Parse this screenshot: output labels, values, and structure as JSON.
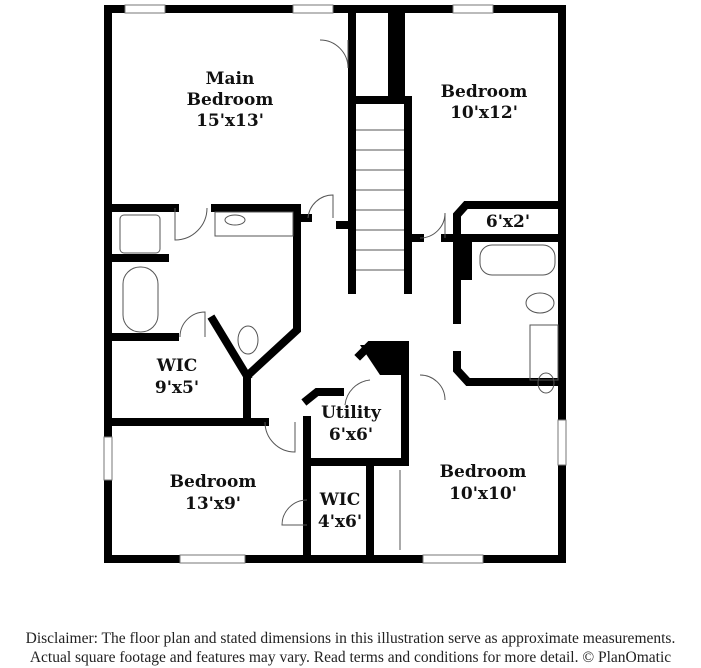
{
  "rooms": {
    "main_bedroom": {
      "name_line1": "Main",
      "name_line2": "Bedroom",
      "size": "15'x13'"
    },
    "bedroom_ne": {
      "name": "Bedroom",
      "size": "10'x12'"
    },
    "closet_ne": {
      "size": "6'x2'"
    },
    "wic_main": {
      "name": "WIC",
      "size": "9'x5'"
    },
    "utility": {
      "name": "Utility",
      "size": "6'x6'"
    },
    "bedroom_sw": {
      "name": "Bedroom",
      "size": "13'x9'"
    },
    "wic_small": {
      "name": "WIC",
      "size": "4'x6'"
    },
    "bedroom_se": {
      "name": "Bedroom",
      "size": "10'x10'"
    }
  },
  "disclaimer": {
    "line1": "Disclaimer: The floor plan and stated dimensions in this illustration serve as approximate measurements.",
    "line2": "Actual square footage and features may vary. Read terms and conditions for more detail. © PlanOmatic"
  },
  "colors": {
    "wall": "#000000",
    "fixture": "#555555"
  }
}
